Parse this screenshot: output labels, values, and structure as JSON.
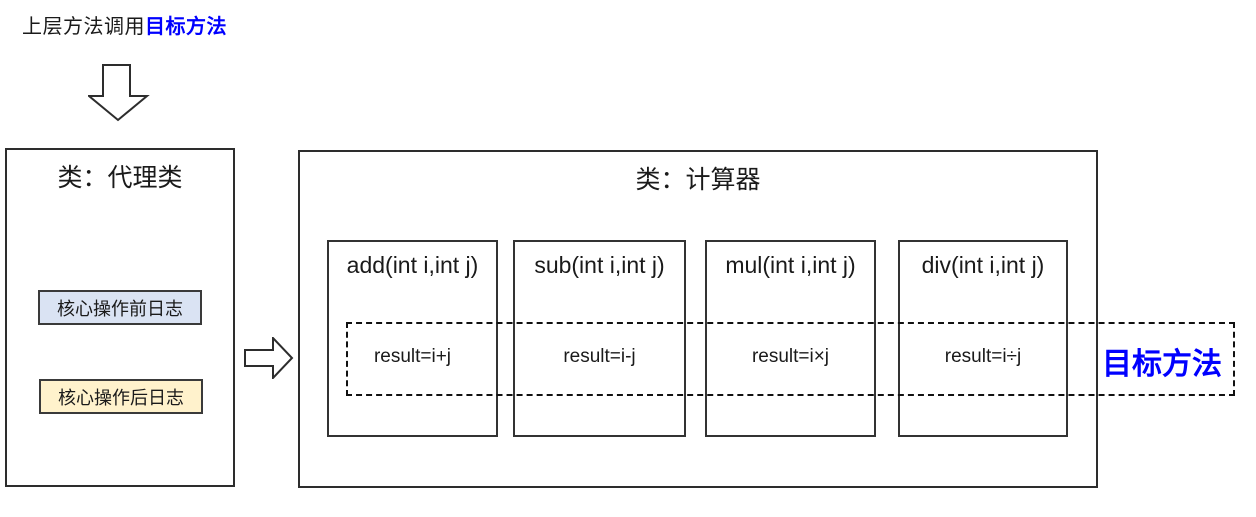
{
  "colors": {
    "highlight_blue": "#0000ff",
    "box_border": "#2d2d2d",
    "before_log_bg": "#dae3f3",
    "after_log_bg": "#fff2cc"
  },
  "top_label": {
    "prefix": "上层方法调用",
    "highlight": "目标方法"
  },
  "proxy_class": {
    "title": "类：代理类",
    "before_log": "核心操作前日志",
    "after_log": "核心操作后日志"
  },
  "calculator_class": {
    "title": "类：计算器",
    "methods": [
      {
        "signature": "add(int i,int j)",
        "body": "result=i+j"
      },
      {
        "signature": "sub(int i,int j)",
        "body": "result=i-j"
      },
      {
        "signature": "mul(int i,int j)",
        "body": "result=i×j"
      },
      {
        "signature": "div(int i,int j)",
        "body": "result=i÷j"
      }
    ]
  },
  "target_method_label": "目标方法"
}
